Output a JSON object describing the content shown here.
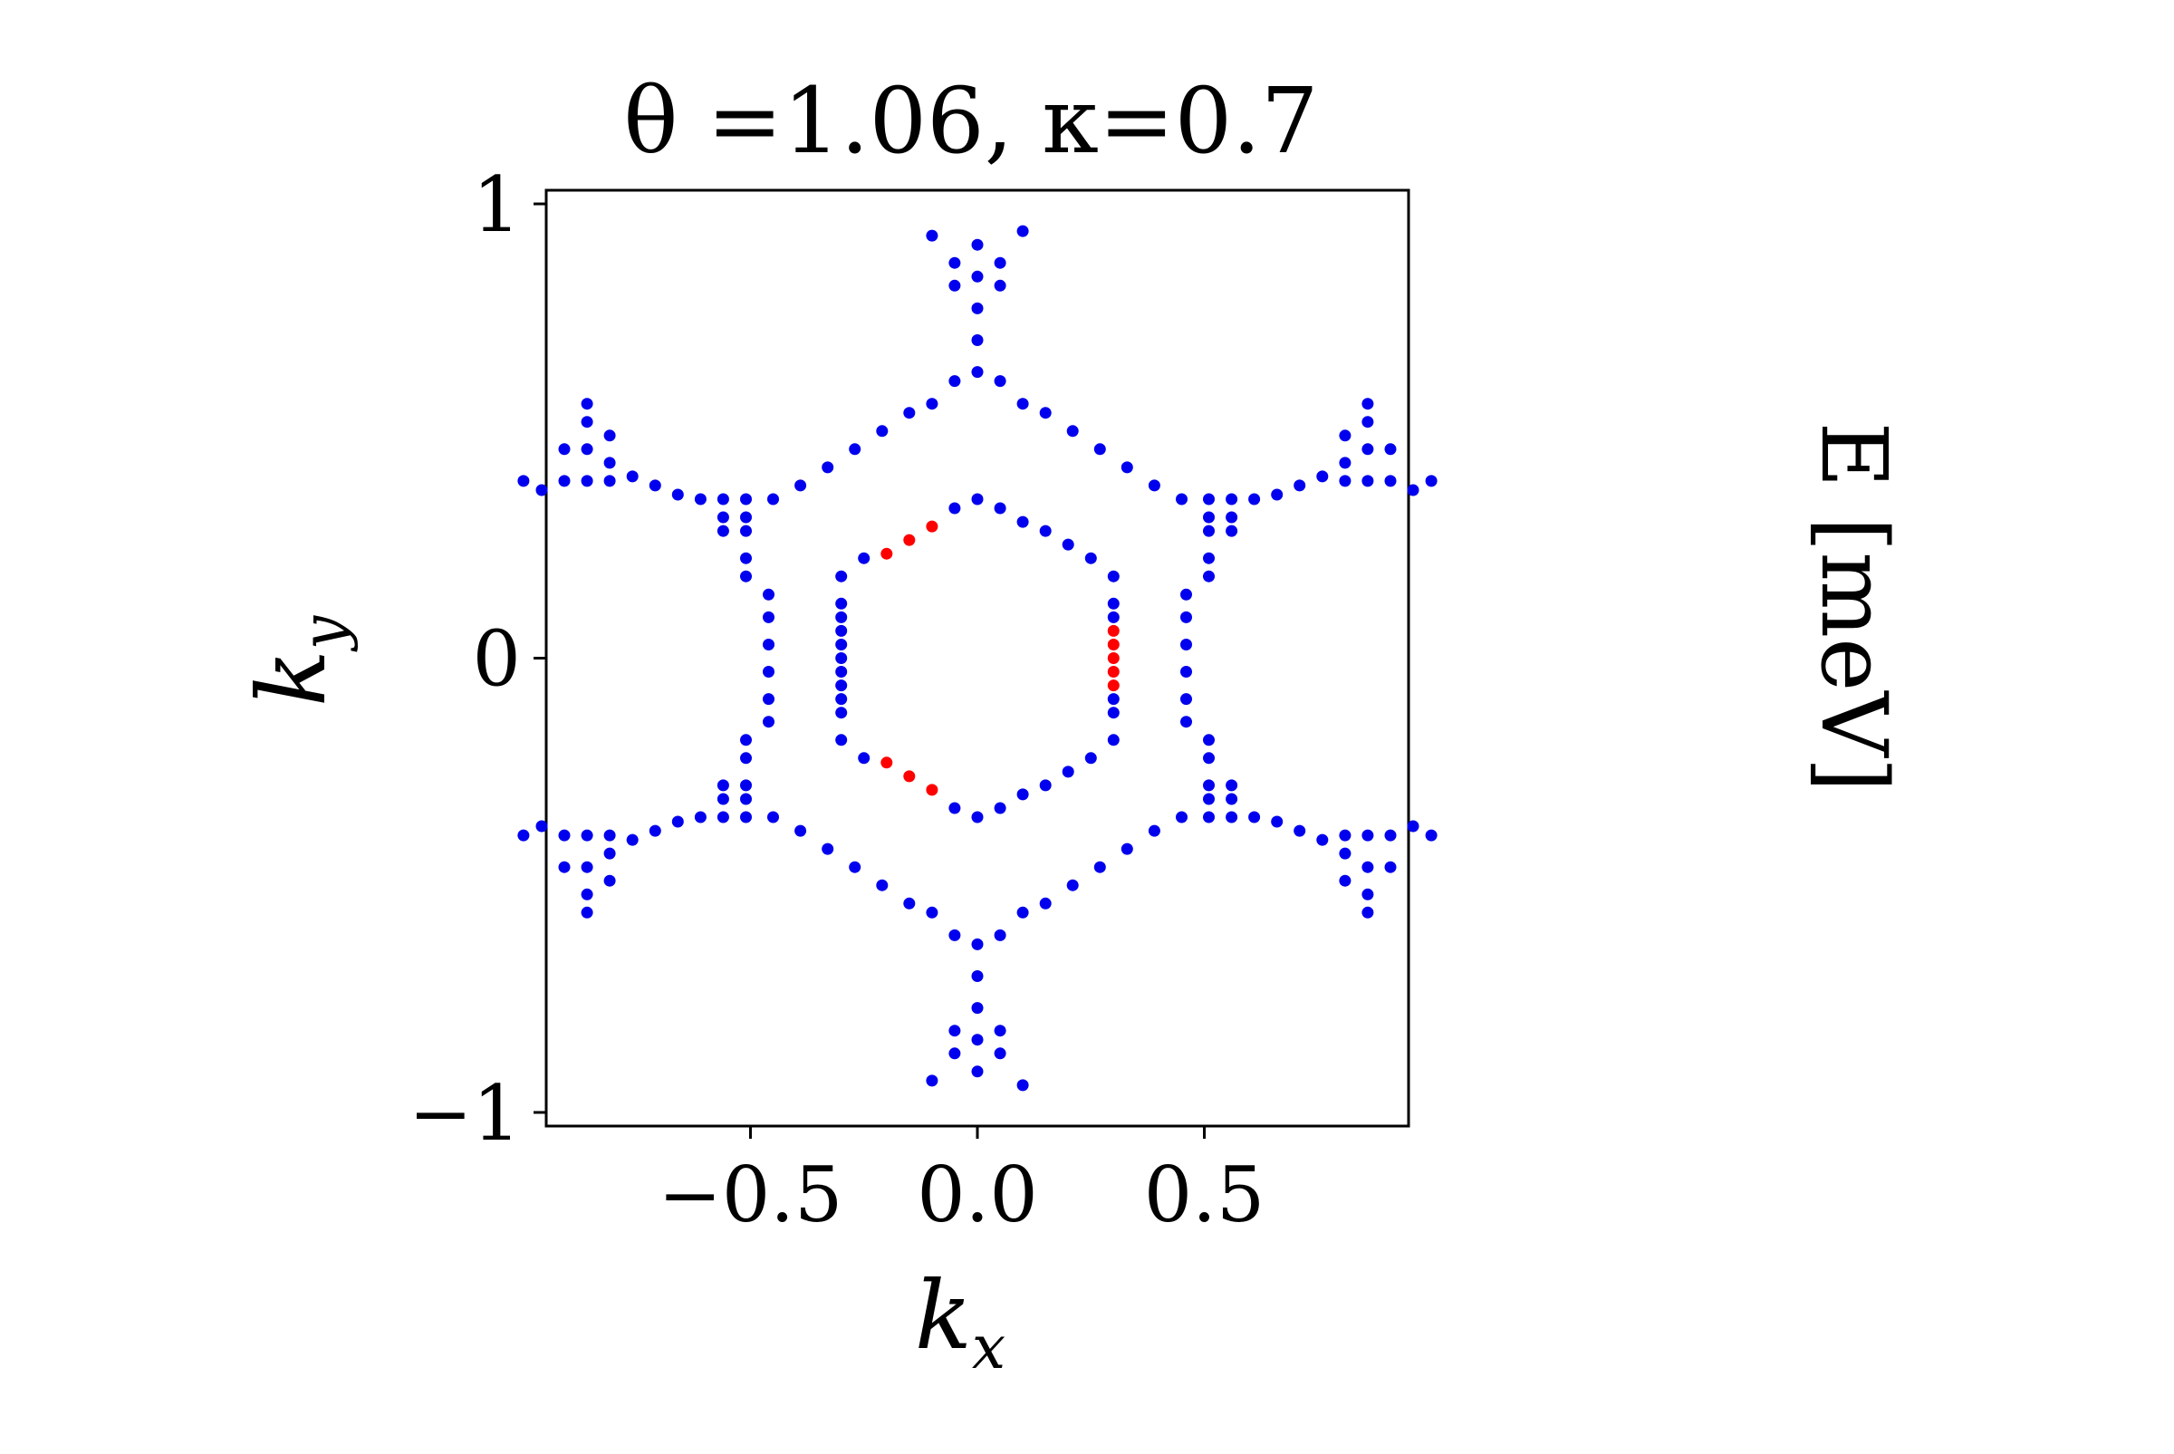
{
  "chart_data": {
    "type": "scatter",
    "title": "θ =1.06, κ=0.7",
    "xlabel": "k",
    "xlabel_sub": "x",
    "ylabel": "k",
    "ylabel_sub": "y",
    "colorbar_label": "E [meV]",
    "xlim": [
      -0.95,
      0.95
    ],
    "ylim": [
      -1.03,
      1.03
    ],
    "xticks": [
      -0.5,
      0.0,
      0.5
    ],
    "xtick_labels": [
      "−0.5",
      "0.0",
      "0.5"
    ],
    "yticks": [
      -1,
      0,
      1
    ],
    "ytick_labels": [
      "−1",
      "0",
      "1"
    ],
    "grid": false,
    "colors": {
      "main": "#0000ee",
      "highlight": "#ff0000"
    },
    "series": [
      {
        "color": "#0000ee",
        "points": [
          [
            0.0,
            0.63
          ],
          [
            0.0,
            0.7
          ],
          [
            0.0,
            0.77
          ],
          [
            0.0,
            0.84
          ],
          [
            0.0,
            0.91
          ],
          [
            -0.05,
            0.61
          ],
          [
            0.05,
            0.61
          ],
          [
            -0.05,
            0.82
          ],
          [
            0.05,
            0.82
          ],
          [
            -0.05,
            0.87
          ],
          [
            0.05,
            0.87
          ],
          [
            -0.1,
            0.56
          ],
          [
            0.1,
            0.56
          ],
          [
            -0.1,
            0.93
          ],
          [
            0.1,
            0.94
          ],
          [
            -0.15,
            0.54
          ],
          [
            0.15,
            0.54
          ],
          [
            0.0,
            -0.63
          ],
          [
            0.0,
            -0.7
          ],
          [
            0.0,
            -0.77
          ],
          [
            0.0,
            -0.84
          ],
          [
            0.0,
            -0.91
          ],
          [
            -0.05,
            -0.61
          ],
          [
            0.05,
            -0.61
          ],
          [
            -0.05,
            -0.82
          ],
          [
            0.05,
            -0.82
          ],
          [
            -0.05,
            -0.87
          ],
          [
            0.05,
            -0.87
          ],
          [
            -0.1,
            -0.56
          ],
          [
            0.1,
            -0.56
          ],
          [
            -0.1,
            -0.93
          ],
          [
            0.1,
            -0.94
          ],
          [
            -0.15,
            -0.54
          ],
          [
            0.15,
            -0.54
          ],
          [
            -0.21,
            0.5
          ],
          [
            -0.27,
            0.46
          ],
          [
            -0.33,
            0.42
          ],
          [
            -0.39,
            0.38
          ],
          [
            -0.45,
            0.35
          ],
          [
            0.21,
            0.5
          ],
          [
            0.27,
            0.46
          ],
          [
            0.33,
            0.42
          ],
          [
            0.39,
            0.38
          ],
          [
            0.45,
            0.35
          ],
          [
            -0.21,
            -0.5
          ],
          [
            -0.27,
            -0.46
          ],
          [
            -0.33,
            -0.42
          ],
          [
            -0.39,
            -0.38
          ],
          [
            -0.45,
            -0.35
          ],
          [
            0.21,
            -0.5
          ],
          [
            0.27,
            -0.46
          ],
          [
            0.33,
            -0.42
          ],
          [
            0.39,
            -0.38
          ],
          [
            0.45,
            -0.35
          ],
          [
            -0.51,
            0.35
          ],
          [
            -0.56,
            0.35
          ],
          [
            -0.51,
            0.31
          ],
          [
            -0.56,
            0.31
          ],
          [
            -0.51,
            0.28
          ],
          [
            -0.56,
            0.28
          ],
          [
            -0.51,
            0.22
          ],
          [
            -0.51,
            0.18
          ],
          [
            -0.46,
            0.14
          ],
          [
            -0.46,
            0.09
          ],
          [
            -0.46,
            0.03
          ],
          [
            -0.46,
            -0.03
          ],
          [
            -0.46,
            -0.09
          ],
          [
            -0.46,
            -0.14
          ],
          [
            -0.51,
            -0.18
          ],
          [
            -0.51,
            -0.22
          ],
          [
            -0.51,
            -0.28
          ],
          [
            -0.56,
            -0.28
          ],
          [
            -0.51,
            -0.31
          ],
          [
            -0.56,
            -0.31
          ],
          [
            -0.51,
            -0.35
          ],
          [
            -0.56,
            -0.35
          ],
          [
            0.51,
            0.35
          ],
          [
            0.56,
            0.35
          ],
          [
            0.51,
            0.31
          ],
          [
            0.56,
            0.31
          ],
          [
            0.51,
            0.28
          ],
          [
            0.56,
            0.28
          ],
          [
            0.51,
            0.22
          ],
          [
            0.51,
            0.18
          ],
          [
            0.46,
            0.14
          ],
          [
            0.46,
            0.09
          ],
          [
            0.46,
            0.03
          ],
          [
            0.46,
            -0.03
          ],
          [
            0.46,
            -0.09
          ],
          [
            0.46,
            -0.14
          ],
          [
            0.51,
            -0.18
          ],
          [
            0.51,
            -0.22
          ],
          [
            0.51,
            -0.28
          ],
          [
            0.56,
            -0.28
          ],
          [
            0.51,
            -0.31
          ],
          [
            0.56,
            -0.31
          ],
          [
            0.51,
            -0.35
          ],
          [
            0.56,
            -0.35
          ],
          [
            -0.61,
            0.35
          ],
          [
            -0.66,
            0.36
          ],
          [
            -0.71,
            0.38
          ],
          [
            -0.76,
            0.4
          ],
          [
            -0.81,
            0.43
          ],
          [
            -0.86,
            0.46
          ],
          [
            -0.86,
            0.52
          ],
          [
            -0.86,
            0.56
          ],
          [
            -0.86,
            0.39
          ],
          [
            -0.91,
            0.46
          ],
          [
            -0.81,
            0.49
          ],
          [
            -0.91,
            0.39
          ],
          [
            -0.81,
            0.39
          ],
          [
            -0.96,
            0.37
          ],
          [
            -1.0,
            0.39
          ],
          [
            0.61,
            0.35
          ],
          [
            0.66,
            0.36
          ],
          [
            0.71,
            0.38
          ],
          [
            0.76,
            0.4
          ],
          [
            0.81,
            0.43
          ],
          [
            0.86,
            0.46
          ],
          [
            0.86,
            0.52
          ],
          [
            0.86,
            0.56
          ],
          [
            0.86,
            0.39
          ],
          [
            0.91,
            0.46
          ],
          [
            0.81,
            0.49
          ],
          [
            0.91,
            0.39
          ],
          [
            0.81,
            0.39
          ],
          [
            0.96,
            0.37
          ],
          [
            1.0,
            0.39
          ],
          [
            -0.61,
            -0.35
          ],
          [
            -0.66,
            -0.36
          ],
          [
            -0.71,
            -0.38
          ],
          [
            -0.76,
            -0.4
          ],
          [
            -0.81,
            -0.43
          ],
          [
            -0.86,
            -0.46
          ],
          [
            -0.86,
            -0.52
          ],
          [
            -0.86,
            -0.56
          ],
          [
            -0.86,
            -0.39
          ],
          [
            -0.91,
            -0.46
          ],
          [
            -0.81,
            -0.49
          ],
          [
            -0.91,
            -0.39
          ],
          [
            -0.81,
            -0.39
          ],
          [
            -0.96,
            -0.37
          ],
          [
            -1.0,
            -0.39
          ],
          [
            0.61,
            -0.35
          ],
          [
            0.66,
            -0.36
          ],
          [
            0.71,
            -0.38
          ],
          [
            0.76,
            -0.4
          ],
          [
            0.81,
            -0.43
          ],
          [
            0.86,
            -0.46
          ],
          [
            0.86,
            -0.52
          ],
          [
            0.86,
            -0.56
          ],
          [
            0.86,
            -0.39
          ],
          [
            0.91,
            -0.46
          ],
          [
            0.81,
            -0.49
          ],
          [
            0.91,
            -0.39
          ],
          [
            0.81,
            -0.39
          ],
          [
            0.96,
            -0.37
          ],
          [
            1.0,
            -0.39
          ],
          [
            0.0,
            0.35
          ],
          [
            0.05,
            0.33
          ],
          [
            0.1,
            0.3
          ],
          [
            0.15,
            0.28
          ],
          [
            0.2,
            0.25
          ],
          [
            0.25,
            0.22
          ],
          [
            0.3,
            0.18
          ],
          [
            0.3,
            0.12
          ],
          [
            0.3,
            0.09
          ],
          [
            0.3,
            -0.09
          ],
          [
            0.3,
            -0.12
          ],
          [
            0.3,
            -0.18
          ],
          [
            0.25,
            -0.22
          ],
          [
            0.2,
            -0.25
          ],
          [
            0.15,
            -0.28
          ],
          [
            0.1,
            -0.3
          ],
          [
            0.05,
            -0.33
          ],
          [
            0.0,
            -0.35
          ],
          [
            -0.05,
            0.33
          ],
          [
            -0.25,
            0.22
          ],
          [
            -0.3,
            0.18
          ],
          [
            -0.3,
            0.12
          ],
          [
            -0.3,
            0.09
          ],
          [
            -0.3,
            0.06
          ],
          [
            -0.3,
            0.03
          ],
          [
            -0.3,
            0.0
          ],
          [
            -0.3,
            -0.03
          ],
          [
            -0.3,
            -0.06
          ],
          [
            -0.3,
            -0.09
          ],
          [
            -0.3,
            -0.12
          ],
          [
            -0.3,
            -0.18
          ],
          [
            -0.25,
            -0.22
          ],
          [
            -0.05,
            -0.33
          ]
        ]
      },
      {
        "color": "#ff0000",
        "points": [
          [
            -0.2,
            0.23
          ],
          [
            -0.15,
            0.26
          ],
          [
            -0.1,
            0.29
          ],
          [
            -0.2,
            -0.23
          ],
          [
            -0.15,
            -0.26
          ],
          [
            -0.1,
            -0.29
          ],
          [
            0.3,
            0.06
          ],
          [
            0.3,
            0.03
          ],
          [
            0.3,
            0.0
          ],
          [
            0.3,
            -0.03
          ],
          [
            0.3,
            -0.06
          ]
        ]
      }
    ]
  }
}
